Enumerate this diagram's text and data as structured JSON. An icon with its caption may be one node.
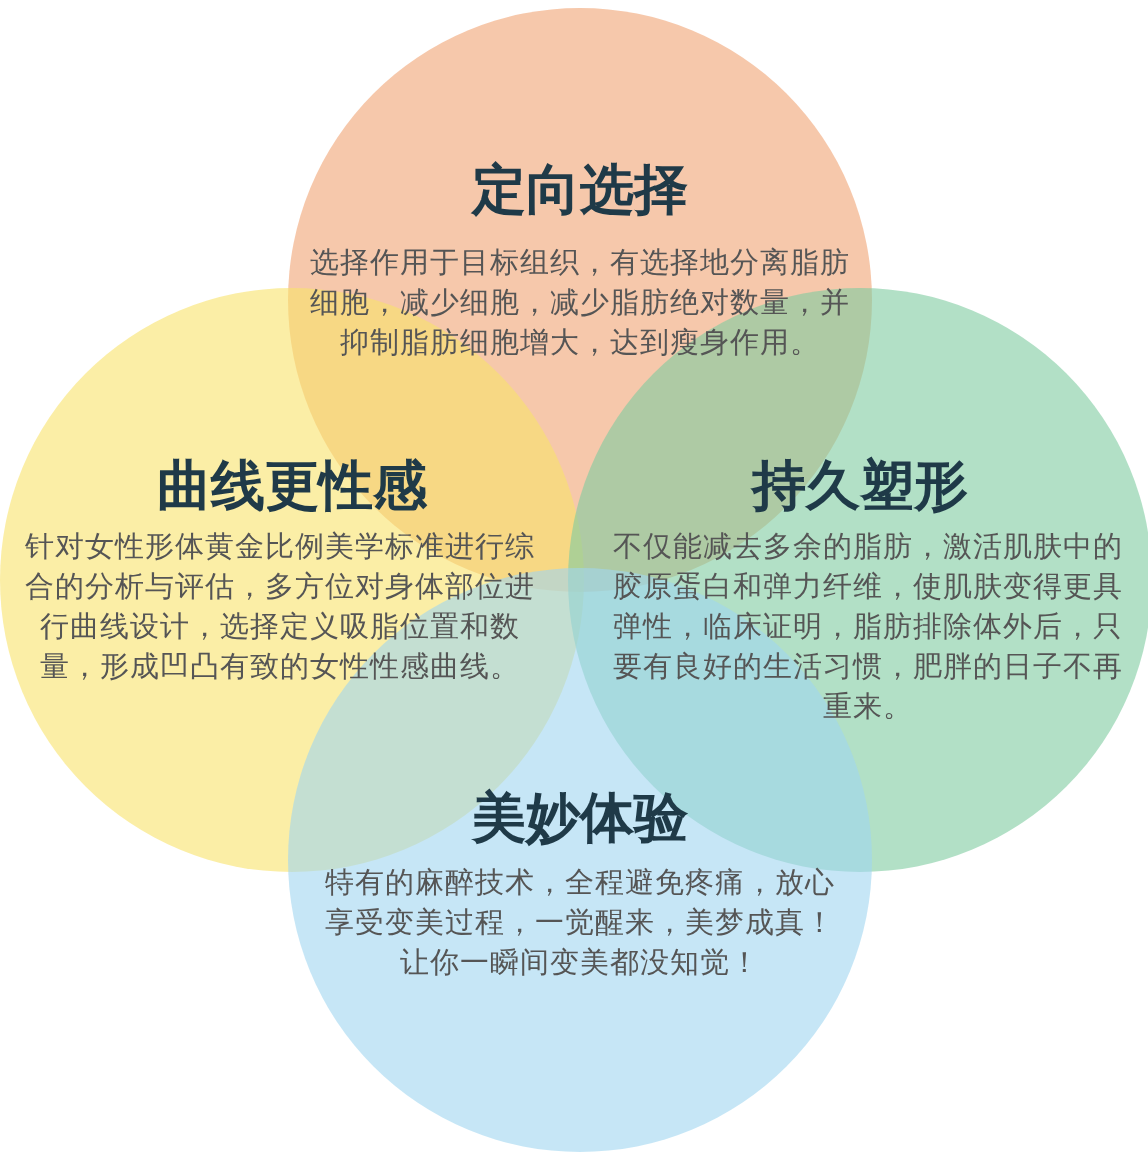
{
  "diagram": {
    "nodes": [
      {
        "text": [
          "定向选择",
          "选择作用于目标组织，有选择地分离脂肪细胞，减少细胞，减少脂肪绝对数量，并抑制脂肪细胞增大，达到瘦身作用。"
        ]
      },
      {
        "text": [
          "曲线更性感",
          "针对女性形体黄金比例美学标准进行综合的分析与评估，多方位对身体部位进行曲线设计，选择定义吸脂位置和数量，形成凹凸有致的女性性感曲线。"
        ]
      },
      {
        "text": [
          "持久塑形",
          "不仅能减去多余的脂肪，激活肌肤中的胶原蛋白和弹力纤维，使肌肤变得更具弹性，临床证明，脂肪排除体外后，只要有良好的生活习惯，肥胖的日子不再重来。"
        ]
      },
      {
        "text": [
          "美妙体验",
          "特有的麻醉技术，全程避免疼痛，放心享受变美过程，一觉醒来，美梦成真！让你一瞬间变美都没知觉！"
        ]
      }
    ]
  }
}
